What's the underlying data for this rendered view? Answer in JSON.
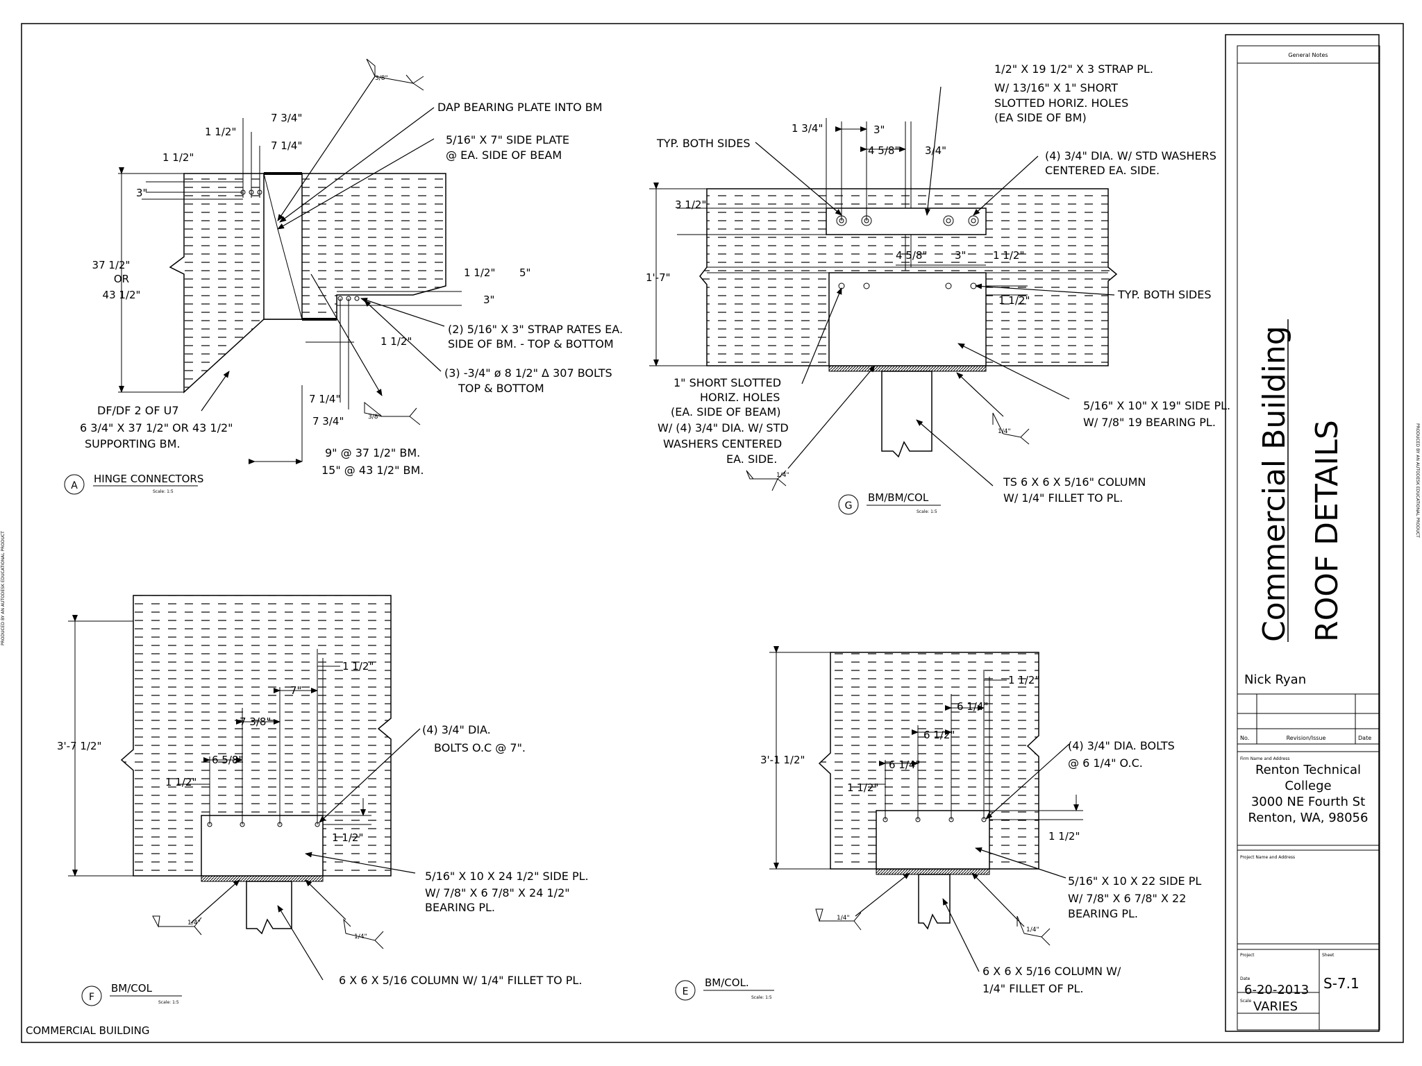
{
  "margin_notes": {
    "left": "PRODUCED BY AN AUTODESK EDUCATIONAL PRODUCT",
    "right": "PRODUCED BY AN AUTODESK EDUCATIONAL PRODUCT"
  },
  "footer": {
    "project_label": "COMMERCIAL BUILDING"
  },
  "title_block": {
    "general_notes": "General Notes",
    "project_title": "Commercial Building",
    "sheet_title": "ROOF DETAILS",
    "designer": "Nick Ryan",
    "rev_headers": [
      "No.",
      "Revision/Issue",
      "Date"
    ],
    "firm_label": "Firm Name and Address",
    "firm_lines": [
      "Renton Technical",
      "College",
      "3000 NE Fourth St",
      "Renton, WA, 98056"
    ],
    "project_name_label": "Project Name and Address",
    "project_label": "Project",
    "sheet_label": "Sheet",
    "date_label": "Date",
    "date": "6-20-2013",
    "scale_label": "Scale",
    "scale": "VARIES",
    "sheet_number": "S-7.1"
  },
  "details": {
    "A": {
      "letter": "A",
      "name": "HINGE CONNECTORS",
      "scale": "Scale: 1:5",
      "notes": {
        "dap": "DAP BEARING PLATE INTO BM",
        "side_plate_1": "5/16\" X 7\" SIDE PLATE",
        "side_plate_2": "@ EA. SIDE OF BEAM",
        "strap_1": "(2) 5/16\" X 3\" STRAP RATES EA.",
        "strap_2": "SIDE OF BM. - TOP & BOTTOM",
        "bolts_1": "(3) -3/4\" ø 8 1/2\" Δ 307 BOLTS",
        "bolts_2": "TOP & BOTTOM",
        "df_1": "DF/DF 2 OF U7",
        "df_2": "6 3/4\" X 37 1/2\" OR 43 1/2\"",
        "df_3": "SUPPORTING BM.",
        "bm_1": "9\" @ 37 1/2\" BM.",
        "bm_2": "15\" @ 43 1/2\" BM."
      },
      "dims": {
        "d1": "1 1/2\"",
        "d2": "7 3/4\"",
        "d3": "7 1/4\"",
        "d4": "1 1/2\"",
        "d5": "3\"",
        "h1": "37 1/2\"",
        "h2": "OR",
        "h3": "43 1/2\"",
        "d6": "1 1/2\"",
        "d7": "5\"",
        "d8": "3\"",
        "d9": "1 1/2\"",
        "d10": "7 1/4\"",
        "d11": "7 3/4\"",
        "weld1": "3/8\"",
        "weld2": "3/8\""
      }
    },
    "G": {
      "letter": "G",
      "name": "BM/BM/COL",
      "scale": "Scale: 1:5",
      "notes": {
        "typ1": "TYP. BOTH SIDES",
        "strap_1": "1/2\" X 19 1/2\" X 3 STRAP PL.",
        "strap_2": "W/ 13/16\" X 1\" SHORT",
        "strap_3": "SLOTTED HORIZ. HOLES",
        "strap_4": "(EA SIDE OF BM)",
        "dia_1": "(4) 3/4\" DIA. W/ STD WASHERS",
        "dia_2": "CENTERED EA. SIDE.",
        "typ2": "TYP. BOTH SIDES",
        "slot_1": "1\" SHORT SLOTTED",
        "slot_2": "HORIZ. HOLES",
        "slot_3": "(EA. SIDE OF BEAM)",
        "slot_4": "W/ (4) 3/4\" DIA. W/ STD",
        "slot_5": "WASHERS CENTERED",
        "slot_6": "EA. SIDE.",
        "side_1": "5/16\" X 10\" X 19\" SIDE PL.",
        "side_2": "W/ 7/8\" 19 BEARING PL.",
        "col_1": "TS 6 X 6 X 5/16\" COLUMN",
        "col_2": "W/ 1/4\" FILLET TO PL."
      },
      "dims": {
        "d1": "1 3/4\"",
        "d2": "3\"",
        "d3": "4 5/8\"",
        "d4": "3/4\"",
        "d5": "3 1/2\"",
        "h1": "1'-7\"",
        "d6": "4 5/8\"",
        "d7": "3\"",
        "d8": "1 1/2\"",
        "d9": "1 1/2\"",
        "weld1": "1/4\"",
        "weld2": "1/4\""
      }
    },
    "F": {
      "letter": "F",
      "name": "BM/COL",
      "scale": "Scale: 1:5",
      "notes": {
        "dia_1": "(4) 3/4\" DIA.",
        "dia_2": "BOLTS  O.C @ 7\".",
        "side_1": "5/16\" X 10 X 24 1/2\" SIDE PL.",
        "side_2": "W/ 7/8\" X 6 7/8\" X 24 1/2\"",
        "side_3": "BEARING PL.",
        "col": "6 X 6 X 5/16  COLUMN  W/ 1/4\" FILLET TO PL."
      },
      "dims": {
        "h1": "3'-7 1/2\"",
        "d1": "1 1/2\"",
        "d2": "7\"",
        "d3": "7 3/8\"",
        "d4": "6 5/8\"",
        "d5": "1 1/2\"",
        "d6": "1 1/2\"",
        "weld1": "1/4\"",
        "weld2": "1/4\""
      }
    },
    "E": {
      "letter": "E",
      "name": "BM/COL.",
      "scale": "Scale: 1:5",
      "notes": {
        "dia_1": "(4) 3/4\" DIA. BOLTS",
        "dia_2": "@ 6 1/4\" O.C.",
        "side_1": "5/16\" X 10 X 22 SIDE PL",
        "side_2": "W/ 7/8\" X 6 7/8\" X 22",
        "side_3": "BEARING PL.",
        "col_1": "6 X 6 X 5/16 COLUMN  W/",
        "col_2": "1/4\" FILLET OF PL."
      },
      "dims": {
        "h1": "3'-1 1/2\"",
        "d1": "1 1/2\"",
        "d2": "6 1/4\"",
        "d3": "6 1/2\"",
        "d4": "6 1/4\"",
        "d5": "1 1/2\"",
        "d6": "1 1/2\"",
        "weld1": "1/4\"",
        "weld2": "1/4\""
      }
    }
  }
}
